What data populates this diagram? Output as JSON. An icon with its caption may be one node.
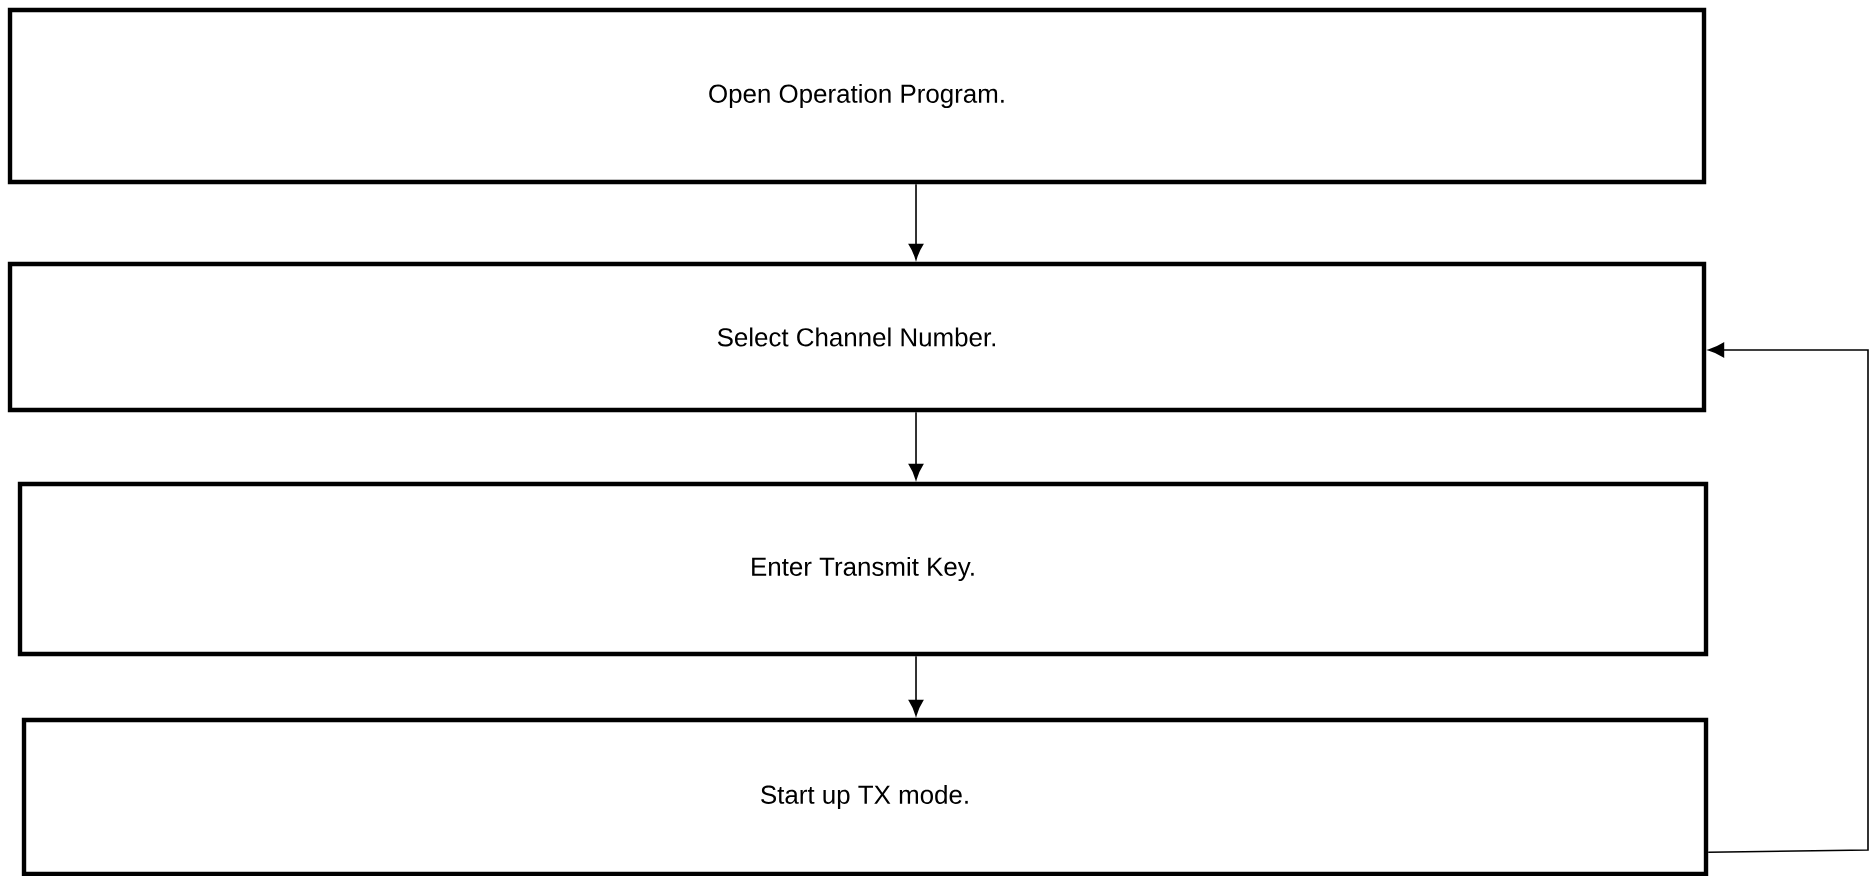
{
  "diagram": {
    "nodes": [
      {
        "text": [
          "Open Operation Program."
        ]
      },
      {
        "text": [
          "Select Channel Number."
        ]
      },
      {
        "text": [
          "Enter Transmit Key."
        ]
      },
      {
        "text": [
          "Start up TX mode."
        ]
      }
    ],
    "edges": [
      {
        "from": 0,
        "to": 1,
        "arrow": "to"
      },
      {
        "from": 1,
        "to": 2,
        "arrow": "to"
      },
      {
        "from": 2,
        "to": 3,
        "arrow": "to"
      },
      {
        "from": 3,
        "to": 1,
        "arrow": "to"
      }
    ]
  }
}
